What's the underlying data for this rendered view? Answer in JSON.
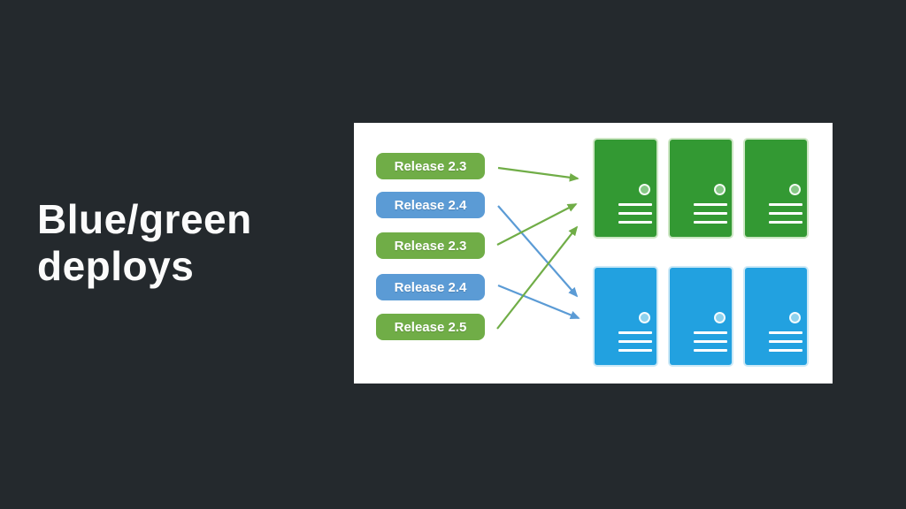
{
  "slide": {
    "title_lines": [
      "Blue/green",
      "deploys"
    ]
  },
  "diagram": {
    "releases": [
      {
        "label": "Release 2.3",
        "group": "green"
      },
      {
        "label": "Release 2.4",
        "group": "blue"
      },
      {
        "label": "Release 2.3",
        "group": "green"
      },
      {
        "label": "Release 2.4",
        "group": "blue"
      },
      {
        "label": "Release 2.5",
        "group": "green"
      }
    ],
    "environments": [
      {
        "name": "green",
        "servers": 3
      },
      {
        "name": "blue",
        "servers": 3
      }
    ],
    "connections": [
      {
        "from_release_index": 0,
        "to_environment": "green"
      },
      {
        "from_release_index": 1,
        "to_environment": "blue"
      },
      {
        "from_release_index": 2,
        "to_environment": "green"
      },
      {
        "from_release_index": 3,
        "to_environment": "blue"
      },
      {
        "from_release_index": 4,
        "to_environment": "green"
      }
    ]
  },
  "colors": {
    "background": "#24292d",
    "panel": "#ffffff",
    "title_text": "#fbfbfb",
    "pill_green": "#70ad47",
    "pill_blue": "#5b9bd5",
    "pill_text": "#ffffff",
    "server_green": "#339933",
    "server_blue": "#22a1e0",
    "led_green": "#85c785",
    "led_blue": "#8ed2ee",
    "arrow_green": "#70ad47",
    "arrow_blue": "#5b9bd5"
  }
}
